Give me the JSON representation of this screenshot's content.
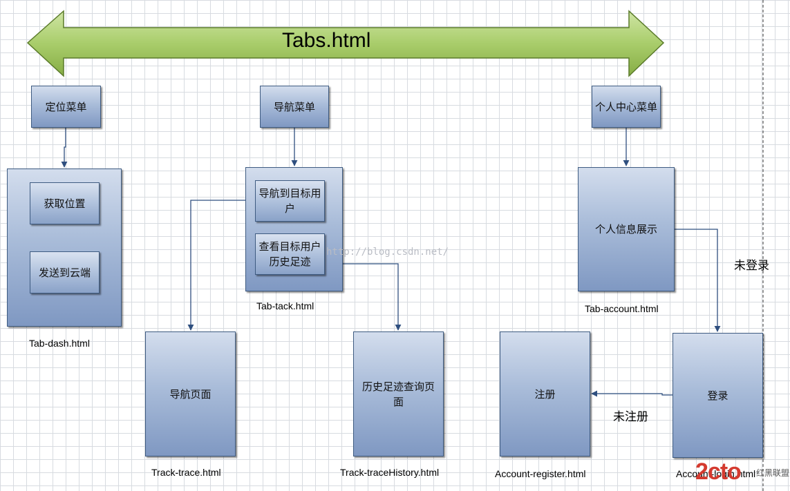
{
  "header": {
    "title": "Tabs.html"
  },
  "tabs": {
    "dash": {
      "menu": "定位菜单",
      "get_location": "获取位置",
      "send_cloud": "发送到云端",
      "file": "Tab-dash.html"
    },
    "track": {
      "menu": "导航菜单",
      "nav_target": "导航到目标用户",
      "view_history": "查看目标用户历史足迹",
      "file": "Tab-tack.html"
    },
    "account": {
      "menu": "个人中心菜单",
      "info": "个人信息展示",
      "file": "Tab-account.html"
    }
  },
  "pages": {
    "trace": {
      "label": "导航页面",
      "file": "Track-trace.html"
    },
    "history": {
      "label": "历史足迹查询页面",
      "file": "Track-traceHistory.html"
    },
    "register": {
      "label": "注册",
      "file": "Account-register.html"
    },
    "login": {
      "label": "登录",
      "file": "Account-login.html"
    }
  },
  "edges": {
    "not_logged_in": "未登录",
    "not_registered": "未注册"
  },
  "watermark": "http://blog.csdn.net/",
  "logo": {
    "text": "2cto",
    "sub": "红黑联盟"
  },
  "colors": {
    "banner_fill": "#9bc45a",
    "banner_stroke": "#5a7a2a",
    "connector": "#2f4f7f",
    "box_border": "#3d5a80"
  }
}
